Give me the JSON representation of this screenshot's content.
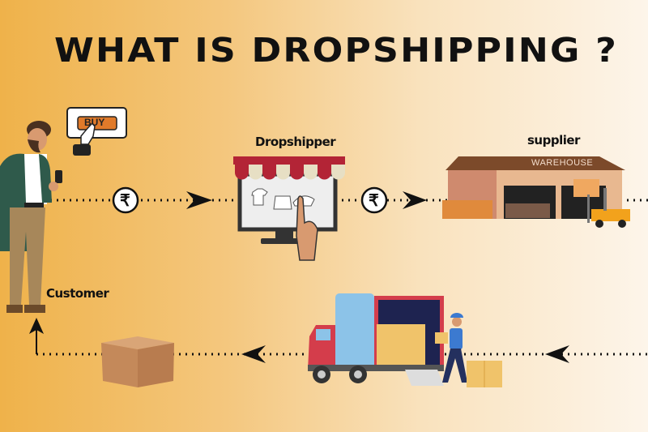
{
  "title": "WHAT IS DROPSHIPPING ?",
  "nodes": {
    "customer": "Customer",
    "dropshipper": "Dropshipper",
    "supplier": "supplier"
  },
  "buy_button": "BUY",
  "warehouse_sign": "WAREHOUSE",
  "currency_symbol": "₹",
  "icons": [
    "customer-person-icon",
    "buy-button-hand-icon",
    "rupee-icon",
    "arrow-icon",
    "online-store-icon",
    "warehouse-icon",
    "forklift-icon",
    "delivery-truck-icon",
    "delivery-worker-icon",
    "parcel-box-icon"
  ],
  "colors": {
    "background_left": "#efb24a",
    "background_right": "#fdf5ea",
    "text": "#111111",
    "awning_red": "#b32436",
    "truck_blue": "#8cc3e8"
  }
}
